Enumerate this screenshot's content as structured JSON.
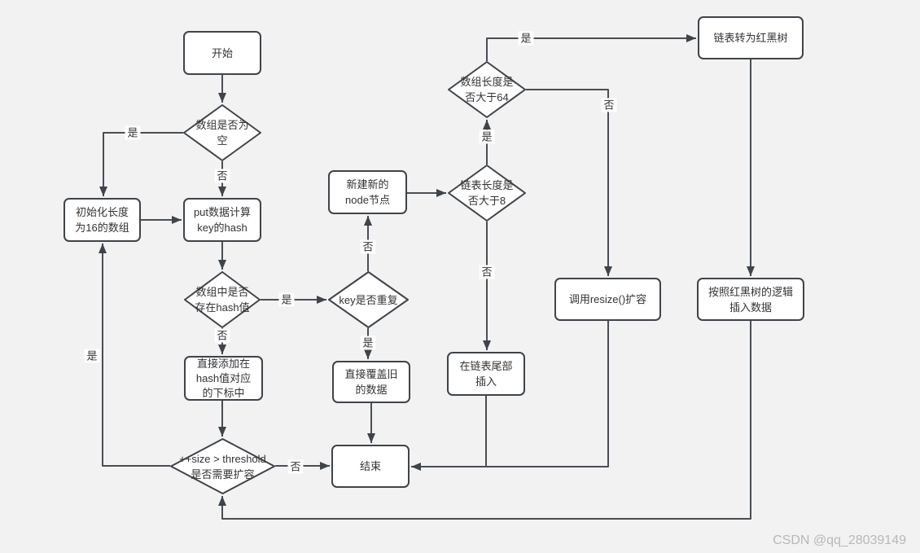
{
  "nodes": {
    "start": "开始",
    "empty_check": "数组是否为\n空",
    "init_array": "初始化长度\n为16的数组",
    "put_hash": "put数据计算\nkey的hash",
    "hash_exists": "数组中是否\n存在hash值",
    "key_dup": "key是否重复",
    "new_node": "新建新的\nnode节点",
    "add_direct": "直接添加在\nhash值对应\n的下标中",
    "overwrite": "直接覆盖旧\n的数据",
    "tail_insert": "在链表尾部\n插入",
    "list_len": "链表长度是\n否大于8",
    "arr_len": "数组长度是\n否大于64",
    "to_rbtree": "链表转为红黑树",
    "resize": "调用resize()扩容",
    "rbtree_insert": "按照红黑树的逻辑\n插入数据",
    "end": "结束",
    "size_check": "++size > threshold\n是否需要扩容"
  },
  "edge_labels": {
    "yes": "是",
    "no": "否"
  },
  "watermark": "CSDN @qq_28039149",
  "colors": {
    "background": "#f2f2f2",
    "node_fill": "#ffffff",
    "line": "#4a4e54",
    "border": "#3f444a",
    "text": "#333333",
    "watermark": "#b8b8b8"
  }
}
